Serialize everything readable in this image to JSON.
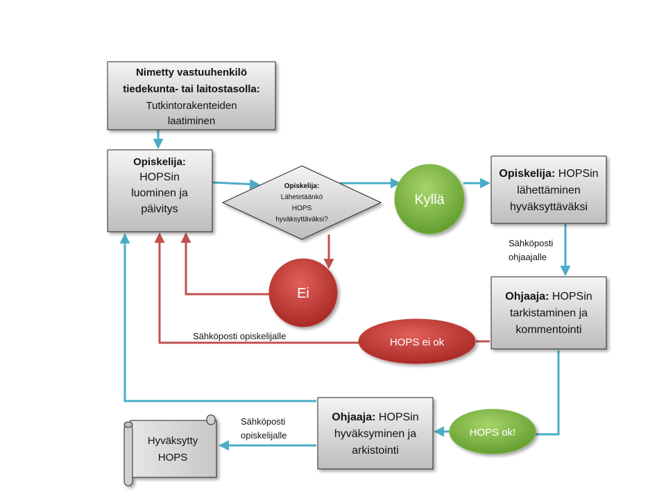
{
  "nodes": {
    "responsible": {
      "bold1": "Nimetty vastuuhenkilö",
      "bold2": "tiedekunta- tai laitostasolla:",
      "line3": "Tutkintorakenteiden",
      "line4": "laatiminen"
    },
    "student_create": {
      "bold": "Opiskelija:",
      "line2": "HOPSin",
      "line3": "luominen ja",
      "line4": "päivitys"
    },
    "decision": {
      "bold": "Opiskelija:",
      "line2": "Lähetetäänkö",
      "line3": "HOPS",
      "line4": "hyväksyttäväksi?"
    },
    "yes": {
      "label": "Kyllä"
    },
    "no": {
      "label": "Ei"
    },
    "student_send": {
      "bold": "Opiskelija:",
      "rest1": " HOPSin",
      "line2": "lähettäminen",
      "line3": "hyväksyttäväksi"
    },
    "advisor_check": {
      "bold": "Ohjaaja:",
      "rest1": " HOPSin",
      "line2": "tarkistaminen ja",
      "line3": "kommentointi"
    },
    "hops_not_ok": {
      "label": "HOPS ei ok"
    },
    "hops_ok": {
      "label": "HOPS ok!"
    },
    "advisor_approve": {
      "bold": "Ohjaaja:",
      "rest1": " HOPSin",
      "line2": "hyväksyminen ja",
      "line3": "arkistointi"
    },
    "approved": {
      "line1": "Hyväksytty",
      "line2": "HOPS"
    }
  },
  "edge_labels": {
    "email_advisor_1": "Sähköposti",
    "email_advisor_2": "ohjaajalle",
    "email_student_long": "Sähköposti opiskelijalle",
    "email_student_1": "Sähköposti",
    "email_student_2": "opiskelijalle"
  },
  "colors": {
    "blue_arrow": "#4bacc6",
    "red_arrow": "#c0504d",
    "green_node": "#7ab73f",
    "red_node": "#c23a35",
    "box_fill": "#d9d9d9",
    "box_border": "#262626"
  }
}
